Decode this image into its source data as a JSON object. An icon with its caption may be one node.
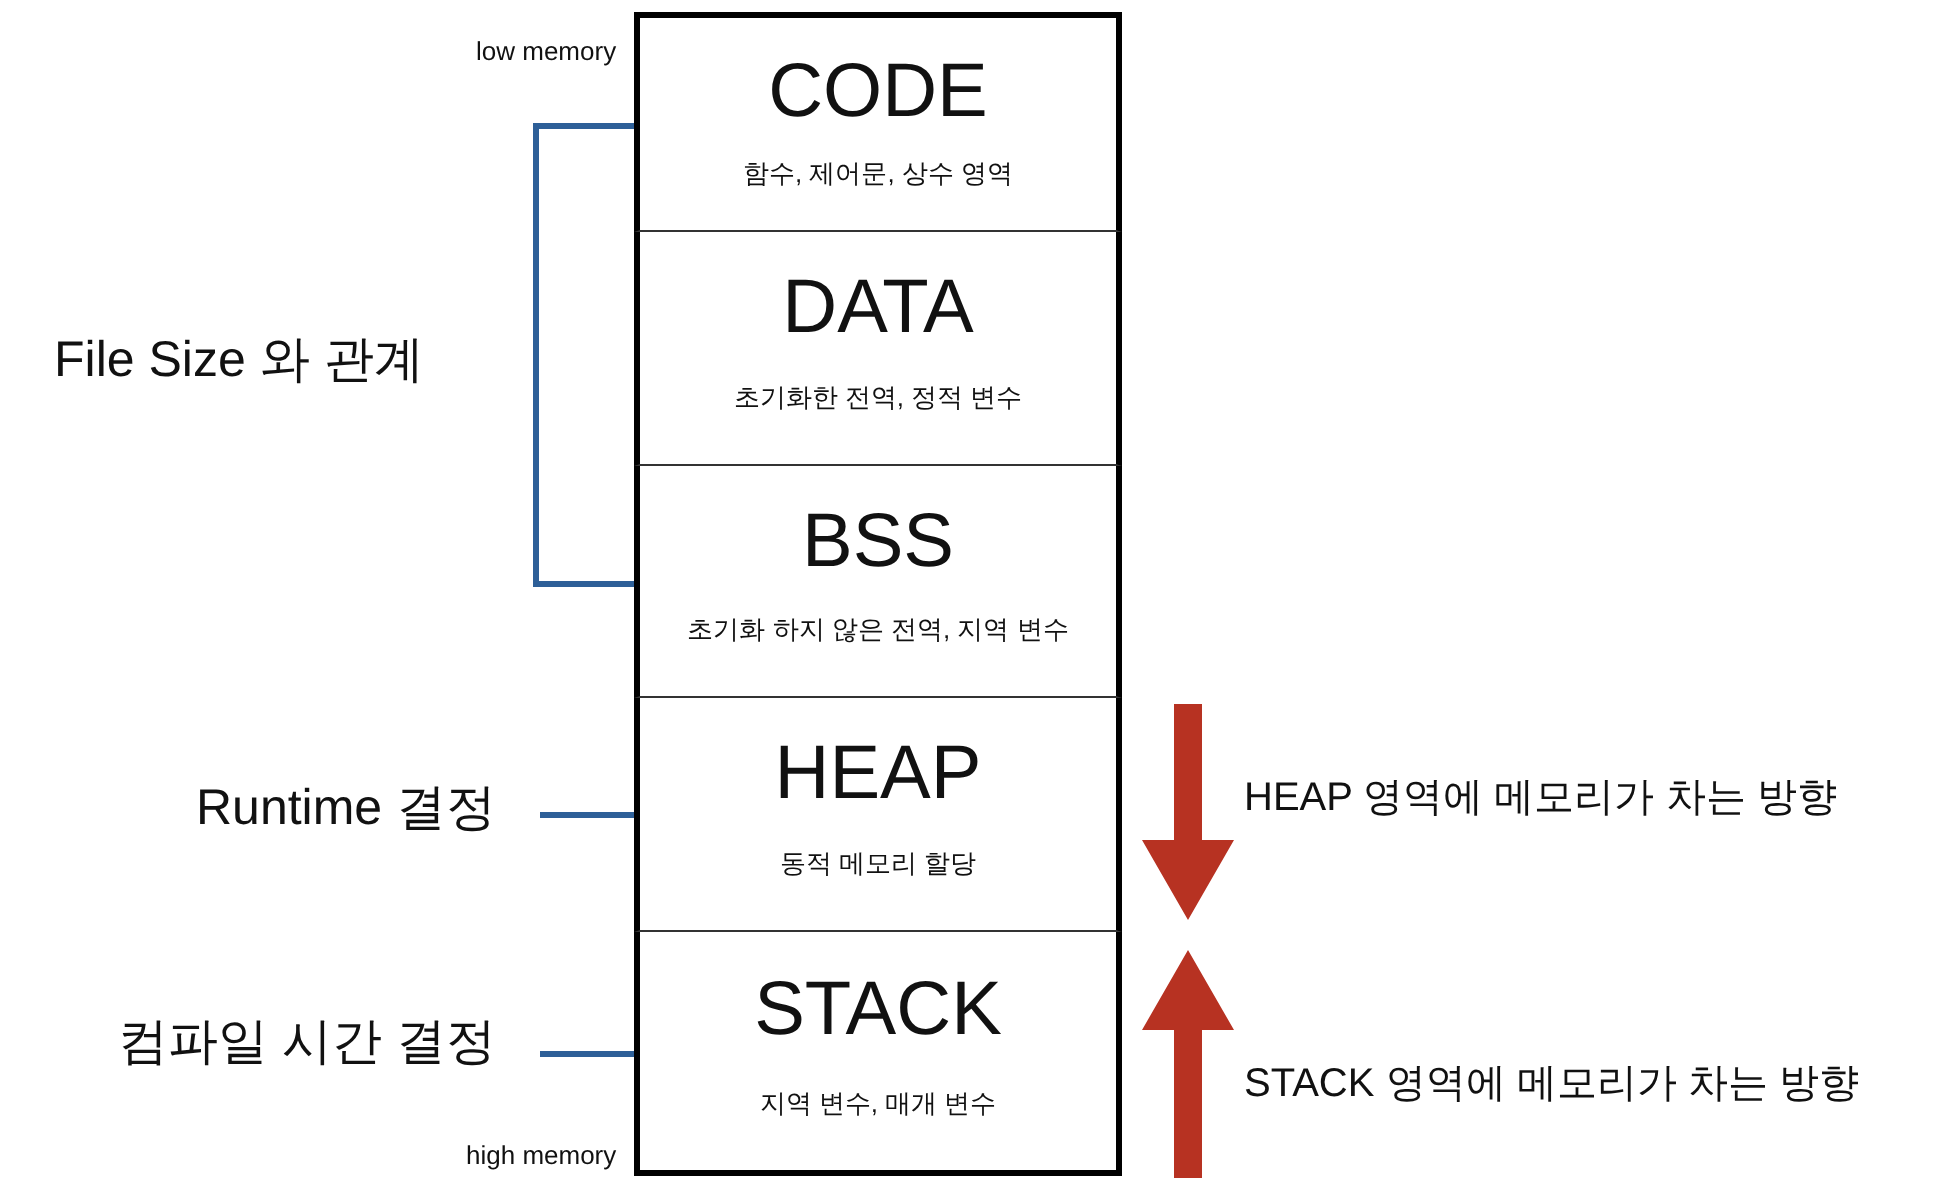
{
  "diagram": {
    "nodes": [
      {
        "text": [
          "CODE",
          "함수, 제어문, 상수 영역"
        ],
        "beside": [
          "low memory"
        ]
      },
      {
        "text": [
          "DATA",
          "초기화한 전역, 정적 변수"
        ]
      },
      {
        "text": [
          "BSS",
          "초기화 하지 않은 전역, 지역 변수"
        ]
      },
      {
        "text": [
          "HEAP",
          "동적 메모리 할당"
        ]
      },
      {
        "text": [
          "STACK",
          "지역 변수, 매개 변수"
        ],
        "beside": [
          "high memory"
        ]
      },
      {
        "text": [
          "File Size 와 관계"
        ]
      },
      {
        "text": [
          "Runtime 결정"
        ]
      },
      {
        "text": [
          "컴파일 시간 결정"
        ]
      }
    ],
    "edges": [
      {
        "from": 6,
        "to": 3,
        "arrow": "none"
      },
      {
        "from": 7,
        "to": 4,
        "arrow": "none"
      }
    ],
    "labels": [
      "HEAP 영역에 메모리가 차는 방향",
      "STACK 영역에 메모리가 차는 방향"
    ]
  }
}
